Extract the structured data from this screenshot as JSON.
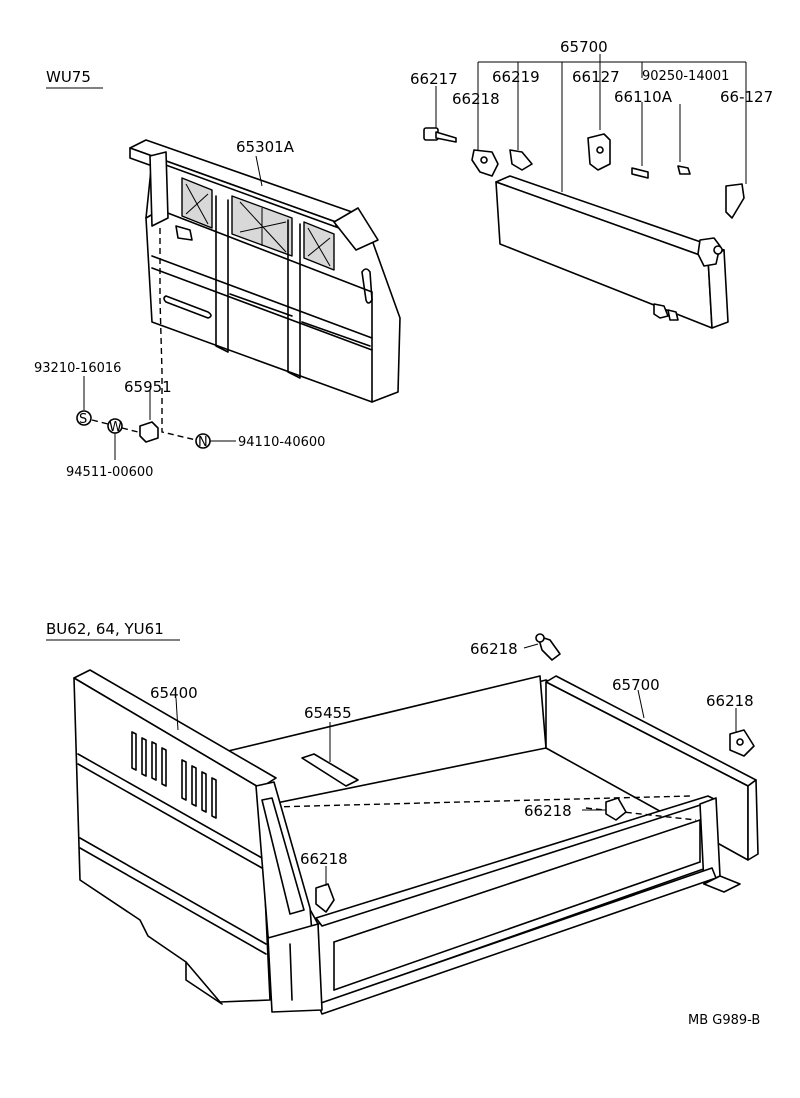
{
  "sections": {
    "top_title": "WU75",
    "bottom_title": "BU62, 64, YU61"
  },
  "labels": {
    "p65700_top": "65700",
    "p66217": "66217",
    "p66219": "66219",
    "p66127_a": "66127",
    "p90250": "90250-14001",
    "p66218_top": "66218",
    "p66110a": "66110A",
    "p66127_b": "66-127",
    "p65301a": "65301A",
    "p93210": "93210-16016",
    "p65951": "65951",
    "p94110": "94110-40600",
    "p94511": "94511-00600",
    "p66218_b1": "66218",
    "p65400": "65400",
    "p65455": "65455",
    "p65700_bottom": "65700",
    "p66218_b2": "66218",
    "p66218_b3": "66218",
    "p66218_b4": "66218"
  },
  "symbols": {
    "s": "S",
    "w": "W",
    "n": "N"
  },
  "footer": {
    "code": "MB G989-B"
  }
}
